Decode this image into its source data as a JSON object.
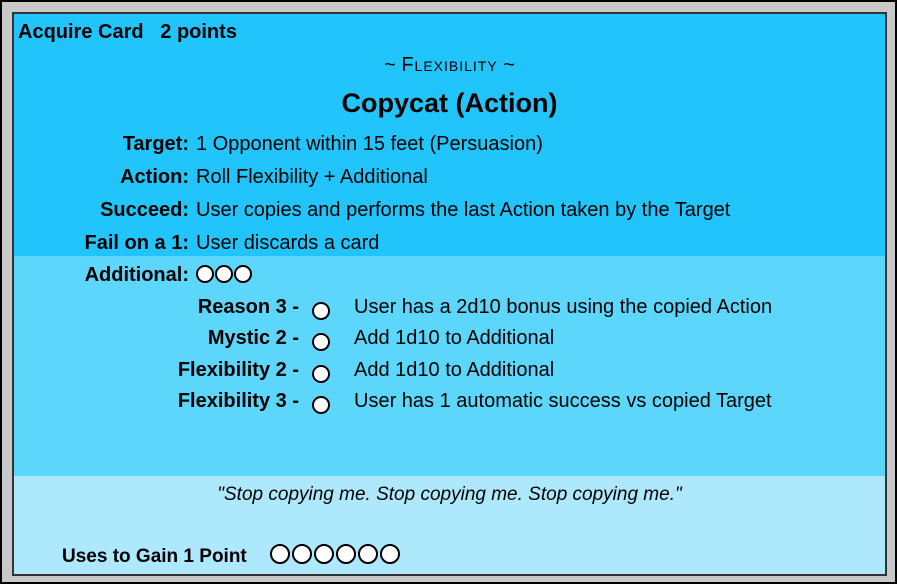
{
  "header": {
    "acquire_label": "Acquire Card",
    "points": "2 points"
  },
  "card": {
    "category": "Flexibility",
    "title": "Copycat (Action)",
    "fields": [
      {
        "label": "Target:",
        "value": "1 Opponent within 15 feet (Persuasion)"
      },
      {
        "label": "Action:",
        "value": "Roll Flexibility + Additional"
      },
      {
        "label": "Succeed:",
        "value": "User copies and performs the last Action taken by the Target"
      },
      {
        "label": "Fail on a 1:",
        "value": "User discards a card"
      }
    ],
    "additional": {
      "label": "Additional:",
      "circle_count": 3
    },
    "options": [
      {
        "label": "Reason 3 -",
        "text": "User has a 2d10 bonus using the copied Action"
      },
      {
        "label": "Mystic 2 -",
        "text": "Add 1d10 to Additional"
      },
      {
        "label": "Flexibility 2 -",
        "text": "Add 1d10 to Additional"
      },
      {
        "label": "Flexibility 3 -",
        "text": "User has 1 automatic success vs copied Target"
      }
    ],
    "quote": "\"Stop copying me. Stop copying me. Stop copying me.\"",
    "uses": {
      "label": "Uses to Gain 1 Point",
      "circle_count": 6
    }
  },
  "colors": {
    "top": "#22c5fb",
    "middle": "#5dd6fc",
    "bottom": "#aee8fc",
    "frame": "#c8c8c8"
  }
}
